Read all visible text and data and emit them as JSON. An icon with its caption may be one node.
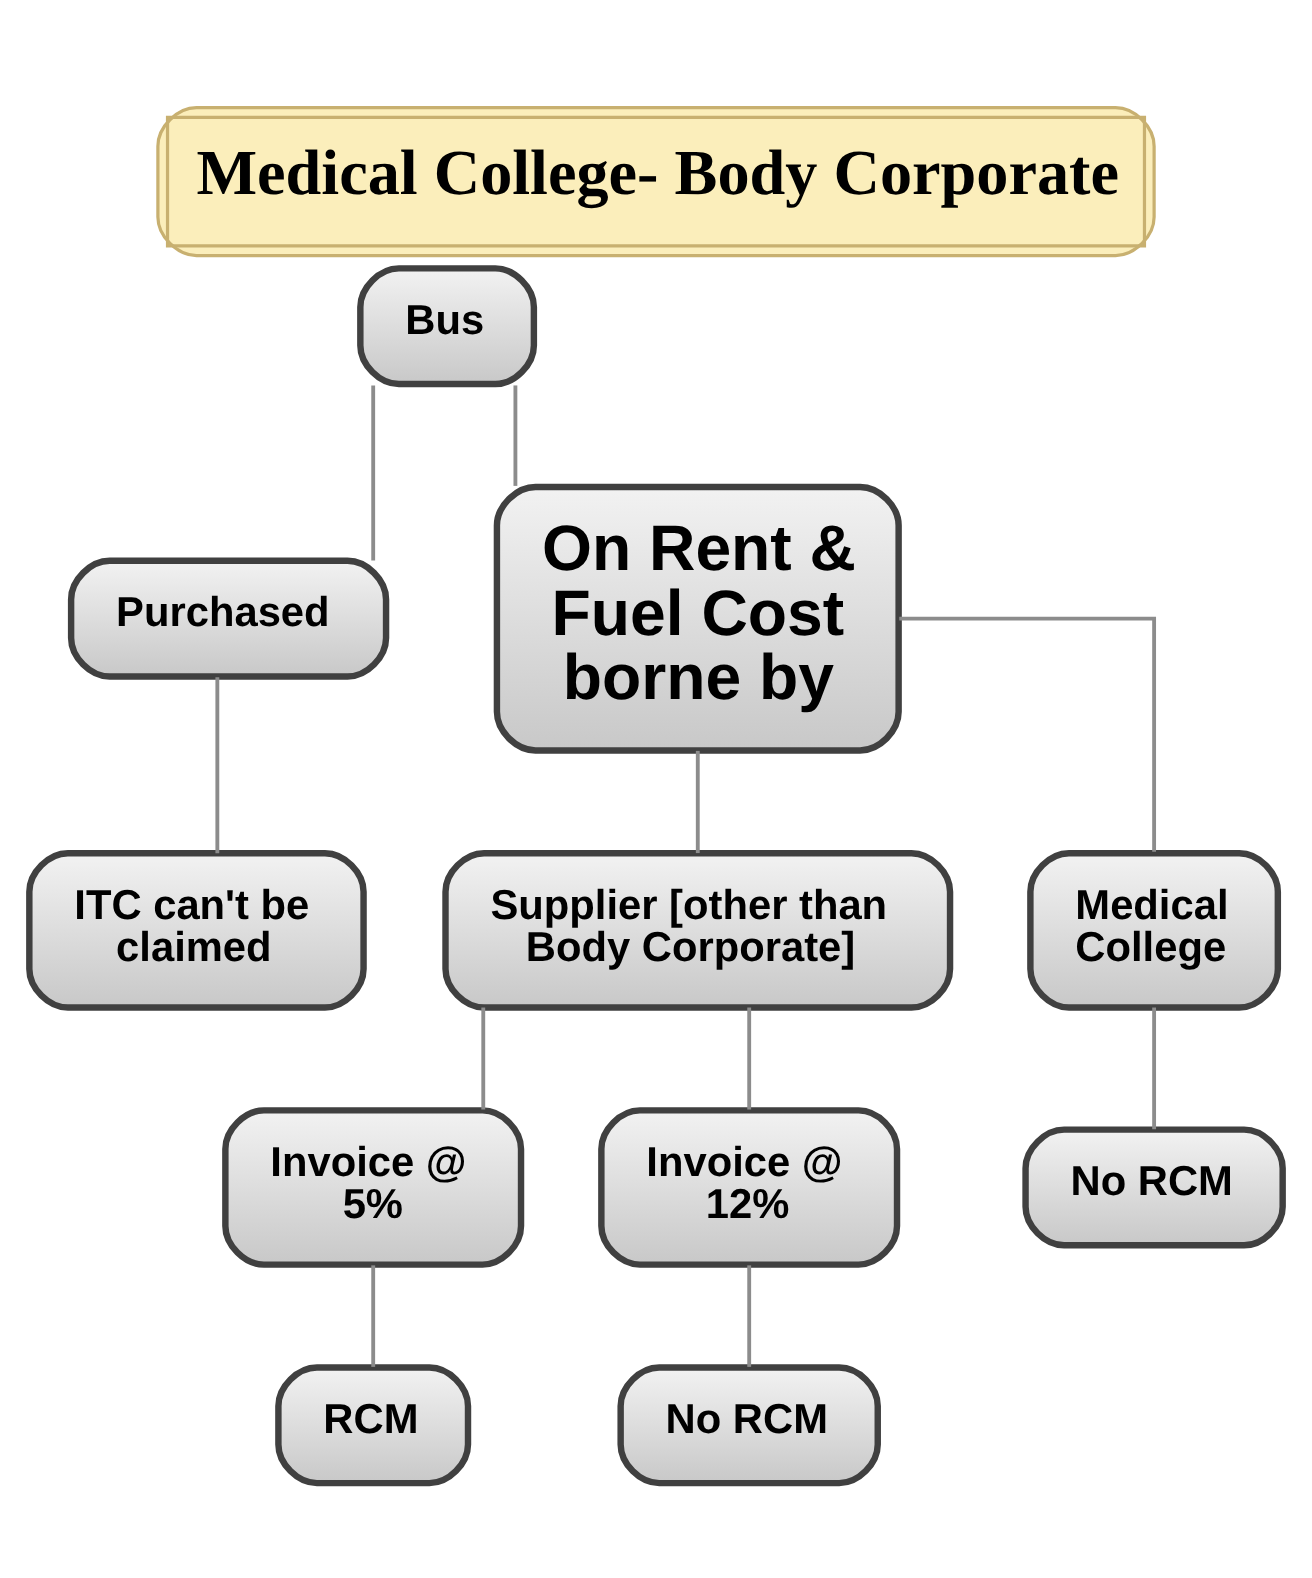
{
  "diagram": {
    "title": "Medical College- Body Corporate",
    "nodes": [
      {
        "text": [
          "Bus"
        ]
      },
      {
        "text": [
          "Purchased"
        ]
      },
      {
        "text": [
          "On Rent & Fuel Cost borne by"
        ]
      },
      {
        "text": [
          "ITC can't be claimed"
        ]
      },
      {
        "text": [
          "Supplier [other than Body Corporate]"
        ]
      },
      {
        "text": [
          "Medical College"
        ]
      },
      {
        "text": [
          "Invoice @ 5%"
        ]
      },
      {
        "text": [
          "Invoice @ 12%"
        ]
      },
      {
        "text": [
          "No RCM"
        ]
      },
      {
        "text": [
          "RCM"
        ]
      },
      {
        "text": [
          "No RCM"
        ]
      }
    ],
    "edges": [
      {
        "from": 0,
        "to": 1,
        "arrow": "none"
      },
      {
        "from": 0,
        "to": 2,
        "arrow": "none"
      },
      {
        "from": 1,
        "to": 3,
        "arrow": "none"
      },
      {
        "from": 2,
        "to": 4,
        "arrow": "none"
      },
      {
        "from": 2,
        "to": 5,
        "arrow": "none"
      },
      {
        "from": 4,
        "to": 6,
        "arrow": "none"
      },
      {
        "from": 4,
        "to": 7,
        "arrow": "none"
      },
      {
        "from": 5,
        "to": 8,
        "arrow": "none"
      },
      {
        "from": 6,
        "to": 9,
        "arrow": "none"
      },
      {
        "from": 7,
        "to": 10,
        "arrow": "none"
      }
    ]
  }
}
